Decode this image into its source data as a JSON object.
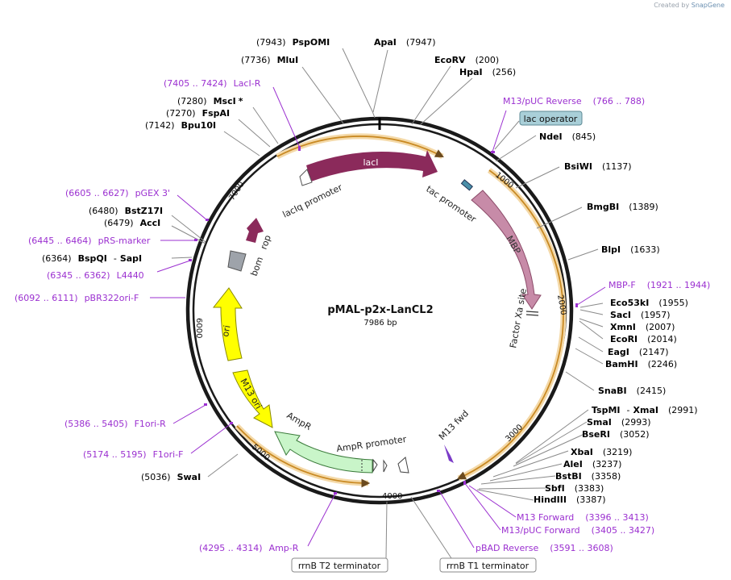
{
  "credit": {
    "prefix": "Created by",
    "brand": "SnapGene"
  },
  "plasmid": {
    "name": "pMAL-p2x-LanCL2",
    "size": "7986 bp",
    "length": 7986
  },
  "ticks": [
    "1000",
    "2000",
    "3000",
    "4000",
    "5000",
    "6000",
    "7000"
  ],
  "features": [
    {
      "label": "lacI",
      "color": "#8b2a5b"
    },
    {
      "label": "tac promoter"
    },
    {
      "label": "MBP",
      "color": "#c78ba8"
    },
    {
      "label": "Factor Xa site"
    },
    {
      "label": "M13 fwd",
      "color": "#7b3cc8"
    },
    {
      "label": "AmpR promoter"
    },
    {
      "label": "AmpR",
      "color": "#c9f5c9"
    },
    {
      "label": "M13 ori",
      "color": "#ffff00"
    },
    {
      "label": "ori",
      "color": "#ffff00"
    },
    {
      "label": "bom",
      "color": "#9ea3aa"
    },
    {
      "label": "rop",
      "color": "#8b2a5b"
    },
    {
      "label": "lacIq promoter"
    }
  ],
  "enzymes": [
    {
      "name": "PspOMI",
      "pos": "(7943)"
    },
    {
      "name": "ApaI",
      "pos": "(7947)"
    },
    {
      "name": "MluI",
      "pos": "(7736)"
    },
    {
      "name": "EcoRV",
      "pos": "(200)"
    },
    {
      "name": "HpaI",
      "pos": "(256)"
    },
    {
      "name": "MscI",
      "star": "*",
      "pos": "(7280)"
    },
    {
      "name": "FspAI",
      "pos": "(7270)"
    },
    {
      "name": "Bpu10I",
      "pos": "(7142)"
    },
    {
      "name": "NdeI",
      "pos": "(845)"
    },
    {
      "name": "BsiWI",
      "pos": "(1137)"
    },
    {
      "name": "BmgBI",
      "pos": "(1389)"
    },
    {
      "name": "BlpI",
      "pos": "(1633)"
    },
    {
      "name": "BstZ17I",
      "pos": "(6480)"
    },
    {
      "name": "AccI",
      "pos": "(6479)"
    },
    {
      "name": "BspQI",
      "sep": "-",
      "name2": "SapI",
      "pos": "(6364)"
    },
    {
      "name": "Eco53kI",
      "pos": "(1955)"
    },
    {
      "name": "SacI",
      "pos": "(1957)"
    },
    {
      "name": "XmnI",
      "pos": "(2007)"
    },
    {
      "name": "EcoRI",
      "pos": "(2014)"
    },
    {
      "name": "EagI",
      "pos": "(2147)"
    },
    {
      "name": "BamHI",
      "pos": "(2246)"
    },
    {
      "name": "SnaBI",
      "pos": "(2415)"
    },
    {
      "name": "TspMI",
      "sep": "-",
      "name2": "XmaI",
      "pos": "(2991)"
    },
    {
      "name": "SmaI",
      "pos": "(2993)"
    },
    {
      "name": "BseRI",
      "pos": "(3052)"
    },
    {
      "name": "XbaI",
      "pos": "(3219)"
    },
    {
      "name": "AleI",
      "pos": "(3237)"
    },
    {
      "name": "BstBI",
      "pos": "(3358)"
    },
    {
      "name": "SbfI",
      "pos": "(3383)"
    },
    {
      "name": "HindIII",
      "pos": "(3387)"
    },
    {
      "name": "SwaI",
      "pos": "(5036)"
    }
  ],
  "primers": [
    {
      "range": "(7405 .. 7424)",
      "name": "LacI-R"
    },
    {
      "name": "M13/pUC Reverse",
      "range": "(766 .. 788)"
    },
    {
      "range": "(6605 .. 6627)",
      "name": "pGEX 3'"
    },
    {
      "range": "(6445 .. 6464)",
      "name": "pRS-marker"
    },
    {
      "range": "(6345 .. 6362)",
      "name": "L4440"
    },
    {
      "range": "(6092 .. 6111)",
      "name": "pBR322ori-F"
    },
    {
      "name": "MBP-F",
      "range": "(1921 .. 1944)"
    },
    {
      "range": "(5386 .. 5405)",
      "name": "F1ori-R"
    },
    {
      "range": "(5174 .. 5195)",
      "name": "F1ori-F"
    },
    {
      "name": "M13 Forward",
      "range": "(3396 .. 3413)"
    },
    {
      "name": "M13/pUC Forward",
      "range": "(3405 .. 3427)"
    },
    {
      "name": "pBAD Reverse",
      "range": "(3591 .. 3608)"
    },
    {
      "range": "(4295 .. 4314)",
      "name": "Amp-R"
    }
  ],
  "boxed": {
    "lac_operator": "lac operator",
    "rrnB_T2": "rrnB T2 terminator",
    "rrnB_T1": "rrnB T1 terminator"
  },
  "colors": {
    "primer": "#9b30d0",
    "enzyme": "#000000",
    "arc": "#e6a43a",
    "lac_operator_fill": "#a9cfd8"
  }
}
